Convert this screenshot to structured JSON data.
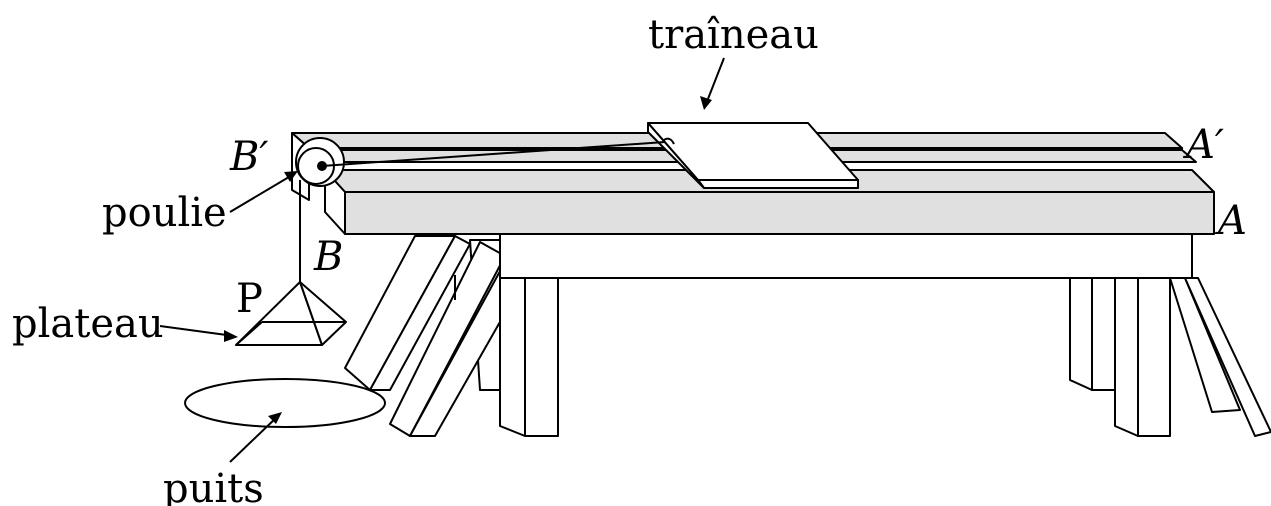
{
  "labels": {
    "sled": "traîneau",
    "pulley": "poulie",
    "plate": "plateau",
    "well": "puits",
    "point_a": "A",
    "point_a_prime": "A′",
    "point_b": "B",
    "point_b_prime": "B′",
    "point_p": "P"
  },
  "colors": {
    "rail_fill": "#e0e0e0",
    "line": "#000000",
    "background": "#ffffff"
  }
}
